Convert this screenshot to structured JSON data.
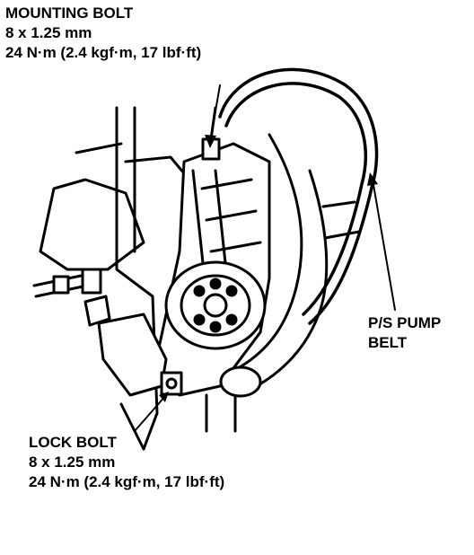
{
  "figure": {
    "background_color": "#ffffff",
    "ink_color": "#000000"
  },
  "labels": {
    "mounting_bolt": {
      "title": "MOUNTING BOLT",
      "size": "8 x 1.25 mm",
      "torque": "24 N·m (2.4 kgf·m, 17 lbf·ft)"
    },
    "ps_pump_belt": {
      "line1": "P/S PUMP",
      "line2": "BELT"
    },
    "lock_bolt": {
      "title": "LOCK BOLT",
      "size": "8 x 1.25 mm",
      "torque": "24 N·m (2.4 kgf·m, 17 lbf·ft)"
    }
  }
}
